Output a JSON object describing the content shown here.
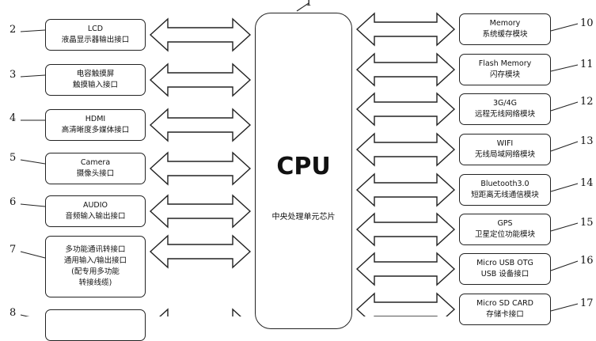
{
  "cpu": {
    "number": "1",
    "title": "CPU",
    "subtitle": "中央处理单元芯片"
  },
  "left_modules": [
    {
      "number": "2",
      "lines": [
        "LCD",
        "液晶显示器输出接口"
      ]
    },
    {
      "number": "3",
      "lines": [
        "电容触摸屏",
        "触摸输入接口"
      ]
    },
    {
      "number": "4",
      "lines": [
        "HDMI",
        "高清晰度多媒体接口"
      ]
    },
    {
      "number": "5",
      "lines": [
        "Camera",
        "摄像头接口"
      ]
    },
    {
      "number": "6",
      "lines": [
        "AUDIO",
        "音频输入输出接口"
      ]
    },
    {
      "number": "7",
      "lines": [
        "多功能通讯转接口",
        "通用输入/输出接口",
        "(配专用多功能",
        "转接线缆)"
      ]
    },
    {
      "number": "8",
      "lines": []
    }
  ],
  "right_modules": [
    {
      "number": "10",
      "lines": [
        "Memory",
        "系统缓存模块"
      ]
    },
    {
      "number": "11",
      "lines": [
        "Flash Memory",
        "闪存模块"
      ]
    },
    {
      "number": "12",
      "lines": [
        "3G/4G",
        "远程无线网络模块"
      ]
    },
    {
      "number": "13",
      "lines": [
        "WIFI",
        "无线局域网络模块"
      ]
    },
    {
      "number": "14",
      "lines": [
        "Bluetooth3.0",
        "短距离无线通信模块"
      ]
    },
    {
      "number": "15",
      "lines": [
        "GPS",
        "卫星定位功能模块"
      ]
    },
    {
      "number": "16",
      "lines": [
        "Micro USB OTG",
        "USB 设备接口"
      ]
    },
    {
      "number": "17",
      "lines": [
        "Micro SD CARD",
        "存储卡接口"
      ]
    }
  ]
}
